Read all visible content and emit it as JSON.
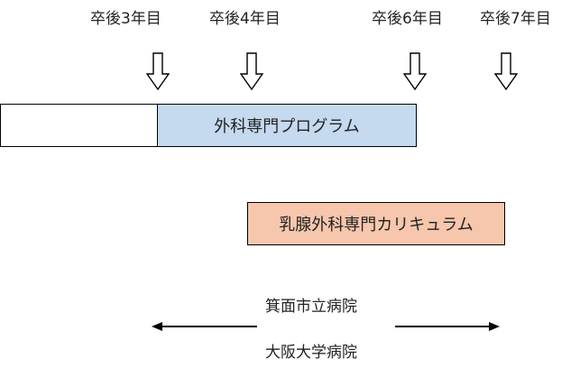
{
  "timeline": {
    "labels": [
      "卒後3年目",
      "卒後4年目",
      "卒後6年目",
      "卒後7年目"
    ]
  },
  "programs": {
    "surgery": "外科専門プログラム",
    "breast": "乳腺外科専門カリキュラム"
  },
  "hospitals": {
    "top": "箕面市立病院",
    "bottom": "大阪大学病院"
  },
  "colors": {
    "surgery_fill": "#c5d9ef",
    "breast_fill": "#f6c7ad",
    "line": "#000000"
  }
}
